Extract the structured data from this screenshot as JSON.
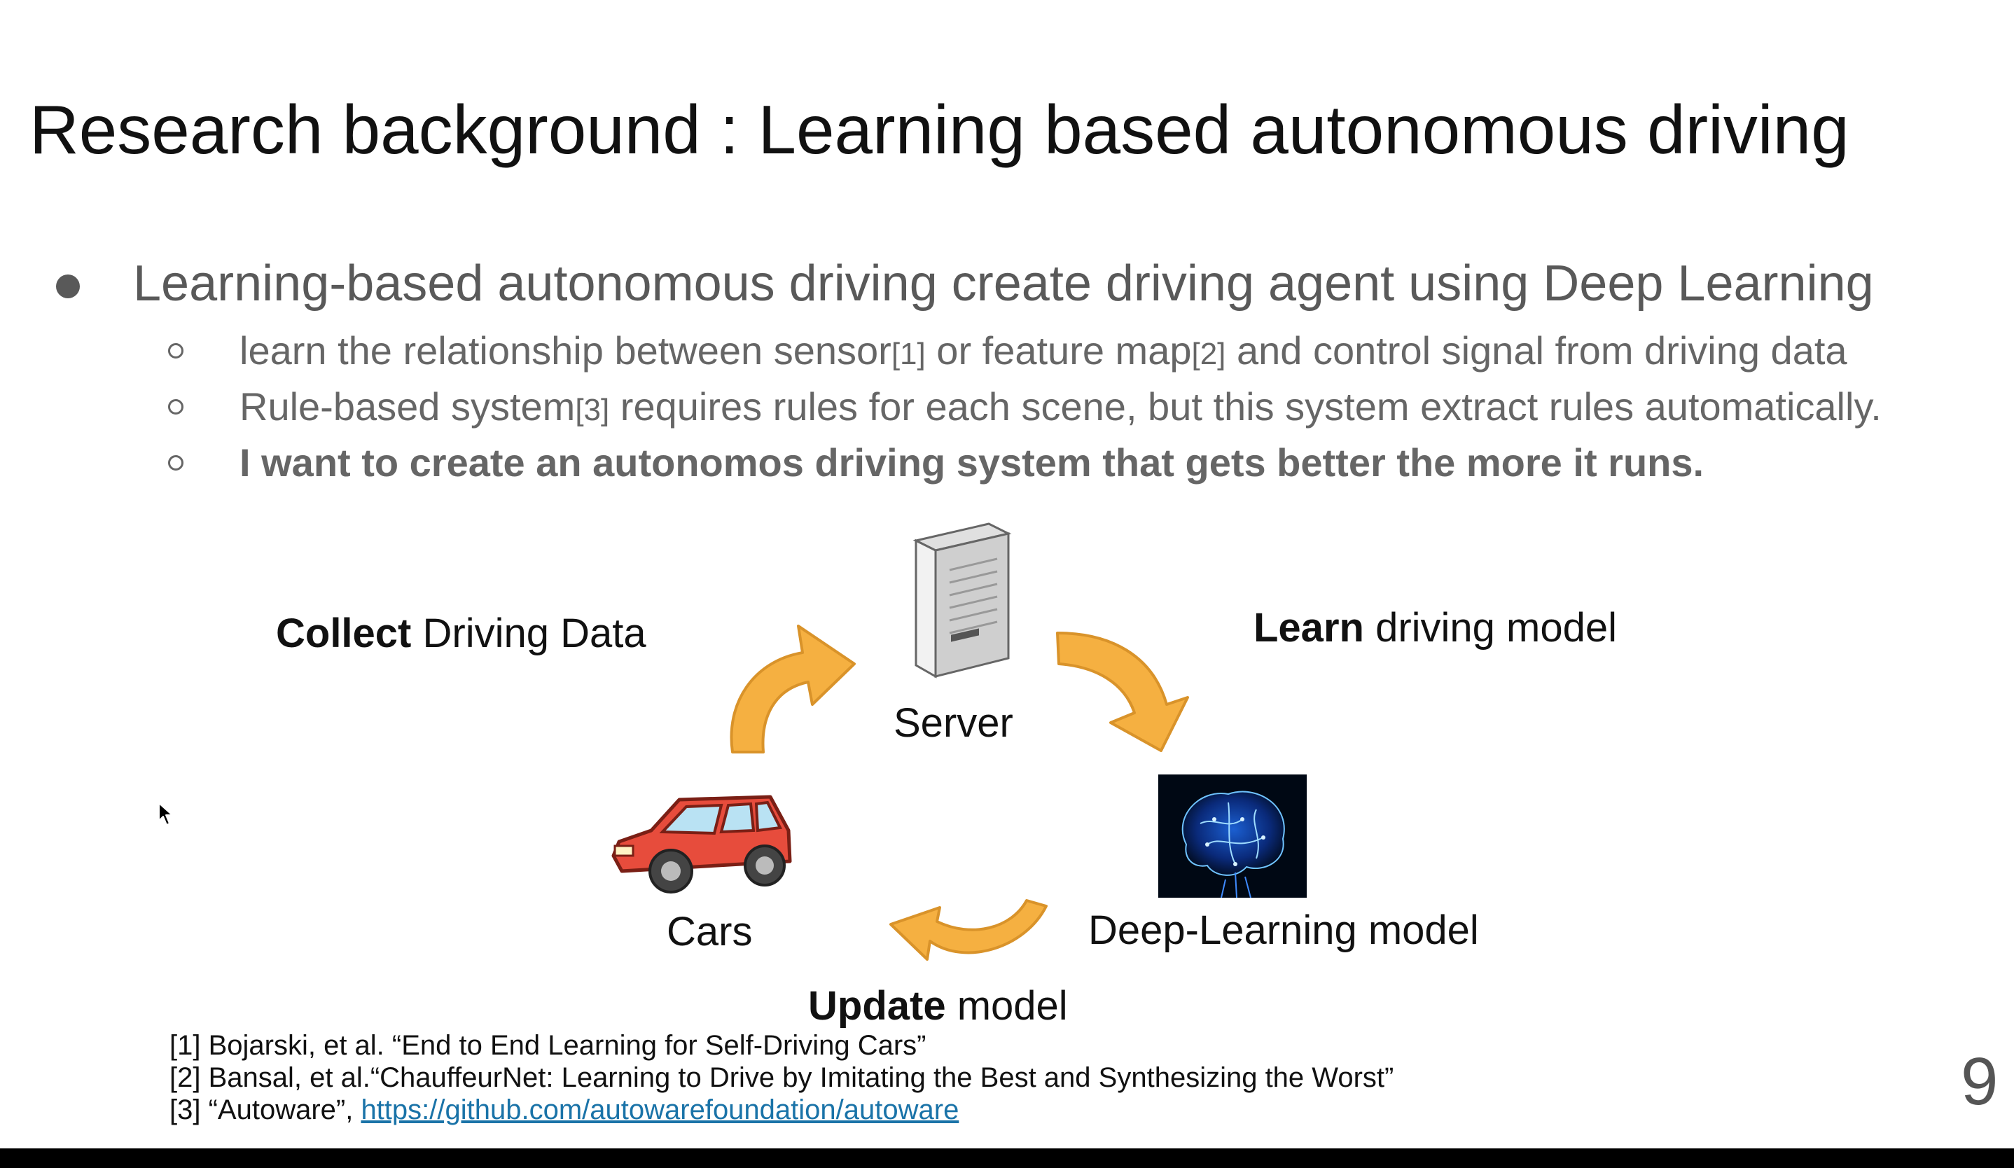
{
  "title": "Research background : Learning based autonomous driving",
  "bullets": {
    "main": "Learning-based autonomous driving create driving agent using Deep Learning",
    "sub1": {
      "a": "learn the relationship between sensor",
      "ref1": "[1]",
      "b": " or feature map",
      "ref2": "[2]",
      "c": " and control signal from driving data"
    },
    "sub2": {
      "a": "Rule-based system",
      "ref3": "[3]",
      "b": " requires rules for each scene, but this system extract rules automatically."
    },
    "sub3": "I want to create an autonomos driving system that gets better the more it runs."
  },
  "diagram": {
    "collect": {
      "bold": "Collect",
      "rest": " Driving Data"
    },
    "learn": {
      "bold": "Learn",
      "rest": " driving model"
    },
    "update": {
      "bold": "Update",
      "rest": " model"
    },
    "server": "Server",
    "cars": "Cars",
    "dl_model": "Deep-Learning model",
    "arrow_color": "#f5b041",
    "car_color": "#e74c3c"
  },
  "references": {
    "r1": "[1] Bojarski, et al. “End to End Learning for Self-Driving Cars”",
    "r2": "[2] Bansal, et al.“ChauffeurNet: Learning to Drive by Imitating the Best and Synthesizing the Worst”",
    "r3_prefix": "[3] “Autoware”, ",
    "r3_link": "https://github.com/autowarefoundation/autoware"
  },
  "page_number": "9"
}
